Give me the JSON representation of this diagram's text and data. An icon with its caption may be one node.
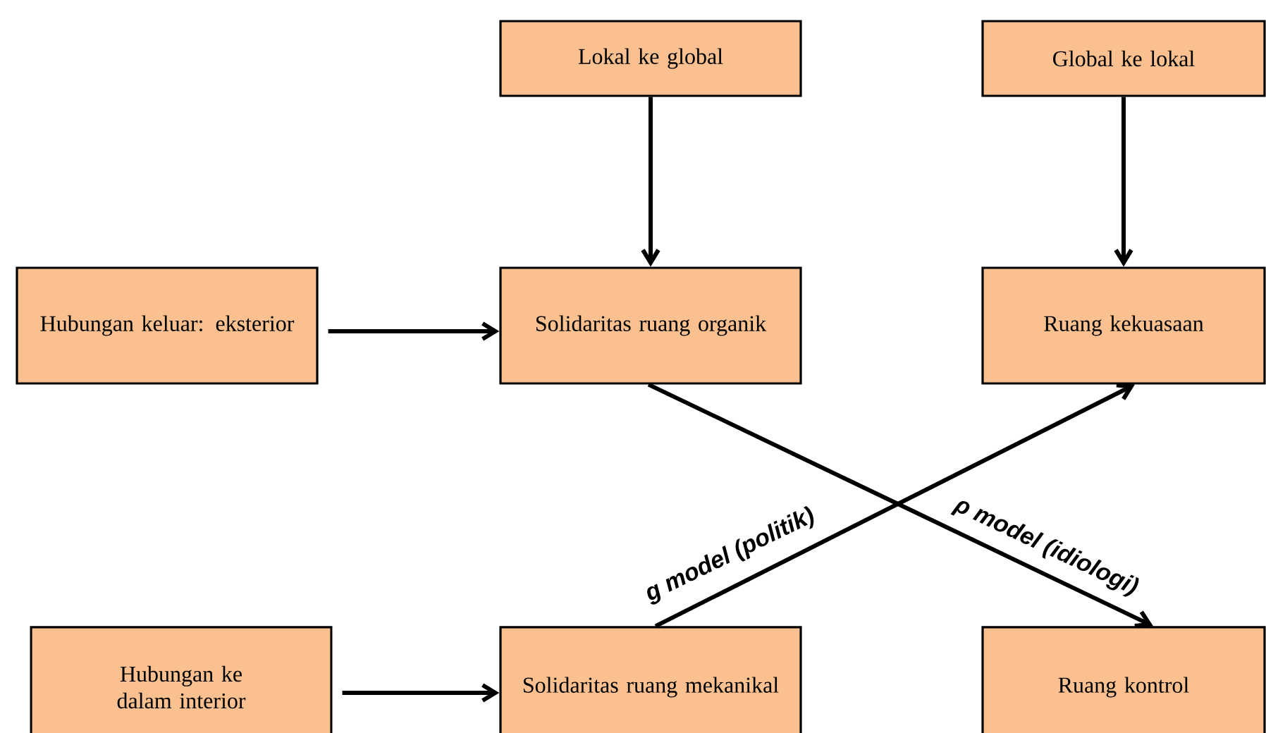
{
  "diagram": {
    "nodes": [
      {
        "text": [
          "Lokal ke global"
        ]
      },
      {
        "text": [
          "Global ke lokal"
        ]
      },
      {
        "text": [
          "Hubungan keluar: eksterior"
        ]
      },
      {
        "text": [
          "Solidaritas ruang organik"
        ]
      },
      {
        "text": [
          "Ruang kekuasaan"
        ]
      },
      {
        "text": [
          "Hubungan ke dalam interior"
        ]
      },
      {
        "text": [
          "Solidaritas ruang mekanikal"
        ]
      },
      {
        "text": [
          "Ruang kontrol"
        ]
      }
    ],
    "edges": [
      {
        "from": 0,
        "to": 3,
        "arrow": "to"
      },
      {
        "from": 1,
        "to": 4,
        "arrow": "to"
      },
      {
        "from": 2,
        "to": 3,
        "arrow": "to"
      },
      {
        "from": 5,
        "to": 6,
        "arrow": "to"
      },
      {
        "from": 3,
        "to": 7,
        "arrow": "to",
        "label": "ρ  model (idiologi)"
      },
      {
        "from": 6,
        "to": 4,
        "arrow": "to",
        "label": "g  model (politik)"
      }
    ]
  }
}
